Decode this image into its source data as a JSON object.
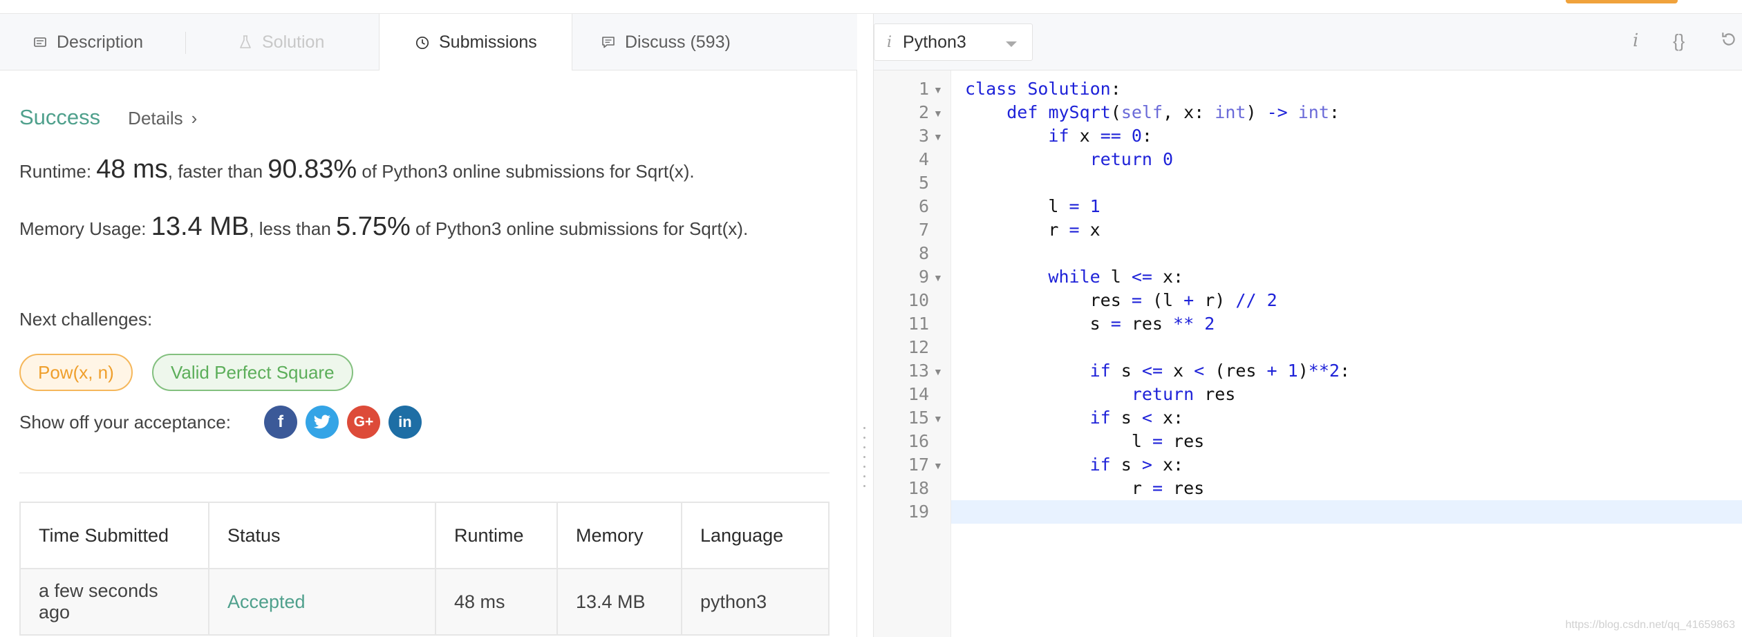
{
  "tabs": [
    {
      "label": "Description",
      "icon": "description-icon"
    },
    {
      "label": "Solution",
      "icon": "flask-icon"
    },
    {
      "label": "Submissions",
      "icon": "clock-icon"
    },
    {
      "label": "Discuss (593)",
      "icon": "comment-icon"
    }
  ],
  "result": {
    "status": "Success",
    "details_label": "Details"
  },
  "runtime": {
    "label": "Runtime: ",
    "value": "48 ms",
    "mid": ", faster than ",
    "percent": "90.83%",
    "tail": " of Python3 online submissions for Sqrt(x)."
  },
  "memory": {
    "label": "Memory Usage: ",
    "value": "13.4 MB",
    "mid": ", less than ",
    "percent": "5.75%",
    "tail": " of Python3 online submissions for Sqrt(x)."
  },
  "next": {
    "label": "Next challenges:",
    "items": [
      "Pow(x, n)",
      "Valid Perfect Square"
    ]
  },
  "share": {
    "label": "Show off your acceptance:",
    "icons": [
      "facebook-icon",
      "twitter-icon",
      "google-plus-icon",
      "linkedin-icon"
    ]
  },
  "table": {
    "headers": [
      "Time Submitted",
      "Status",
      "Runtime",
      "Memory",
      "Language"
    ],
    "rows": [
      [
        "a few seconds ago",
        "Accepted",
        "48 ms",
        "13.4 MB",
        "python3"
      ]
    ]
  },
  "editor": {
    "language": "Python3",
    "line_numbers": [
      "1",
      "2",
      "3",
      "4",
      "5",
      "6",
      "7",
      "8",
      "9",
      "10",
      "11",
      "12",
      "13",
      "14",
      "15",
      "16",
      "17",
      "18",
      "19"
    ],
    "folded_lines": [
      1,
      2,
      3,
      9,
      13,
      15,
      17
    ],
    "current_line": 19
  },
  "watermark": "https://blog.csdn.net/qq_41659863"
}
